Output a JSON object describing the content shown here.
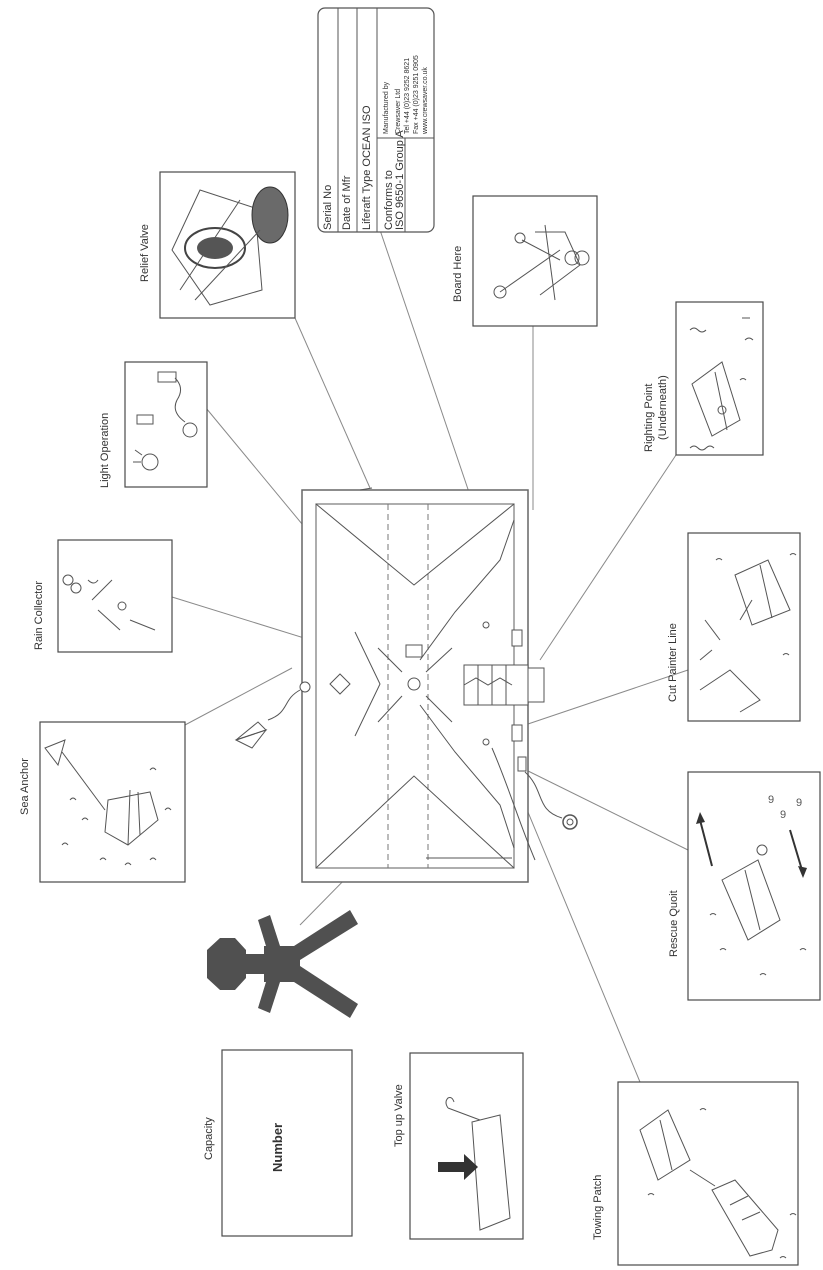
{
  "labels": {
    "sea_anchor": "Sea Anchor",
    "rain_collector": "Rain Collector",
    "light_operation": "Light Operation",
    "relief_valve": "Relief Valve",
    "board_here": "Board Here",
    "righting_point_1": "Righting Point",
    "righting_point_2": "(Underneath)",
    "cut_painter_line": "Cut Painter Line",
    "rescue_quoit": "Rescue Quoit",
    "towing_patch": "Towing Patch",
    "top_up_valve": "Top up Valve",
    "capacity": "Capacity",
    "number": "Number"
  },
  "info_plate": {
    "serial_no": "Serial No",
    "date_of_manufacture": "Date of Mfr",
    "liferaft_type": "Liferaft Type OCEAN ISO",
    "conforms_to_1": "Conforms to",
    "conforms_to_2": "ISO 9650-1 Group A",
    "manufacturer_heading": "Manufactured by",
    "manufacturer_name": "Crewsaver Ltd",
    "manufacturer_tel": "Tel +44 (0)23 9252 8621",
    "manufacturer_fax": "Fax +44 (0)23 9251 0905",
    "manufacturer_web": "www.crewsaver.co.uk"
  },
  "colors": {
    "line": "#8a8a8a",
    "dark": "#3a3a3a",
    "silhouette": "#505050"
  }
}
